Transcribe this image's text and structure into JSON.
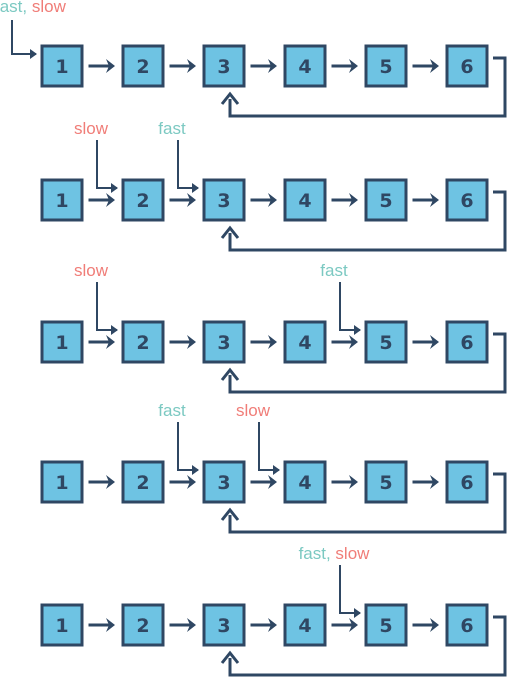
{
  "colors": {
    "node_fill": "#6ec3e3",
    "node_stroke": "#2f4763",
    "fast": "#7cc9c2",
    "slow": "#f07d78"
  },
  "nodes": [
    "1",
    "2",
    "3",
    "4",
    "5",
    "6"
  ],
  "loop": {
    "from": "6",
    "to": "3"
  },
  "rows": [
    {
      "pointers": [
        {
          "parts": [
            {
              "text": "fast",
              "role": "fast"
            },
            {
              "text": ", ",
              "role": "fast"
            },
            {
              "text": "slow",
              "role": "slow"
            }
          ],
          "target": "1"
        }
      ]
    },
    {
      "pointers": [
        {
          "parts": [
            {
              "text": "slow",
              "role": "slow"
            }
          ],
          "target": "2"
        },
        {
          "parts": [
            {
              "text": "fast",
              "role": "fast"
            }
          ],
          "target": "3"
        }
      ]
    },
    {
      "pointers": [
        {
          "parts": [
            {
              "text": "slow",
              "role": "slow"
            }
          ],
          "target": "2"
        },
        {
          "parts": [
            {
              "text": "fast",
              "role": "fast"
            }
          ],
          "target": "5"
        }
      ]
    },
    {
      "pointers": [
        {
          "parts": [
            {
              "text": "fast",
              "role": "fast"
            }
          ],
          "target": "3"
        },
        {
          "parts": [
            {
              "text": "slow",
              "role": "slow"
            }
          ],
          "target": "4"
        }
      ]
    },
    {
      "pointers": [
        {
          "parts": [
            {
              "text": "fast",
              "role": "fast"
            },
            {
              "text": ", ",
              "role": "fast"
            },
            {
              "text": "slow",
              "role": "slow"
            }
          ],
          "target": "5"
        }
      ]
    }
  ]
}
